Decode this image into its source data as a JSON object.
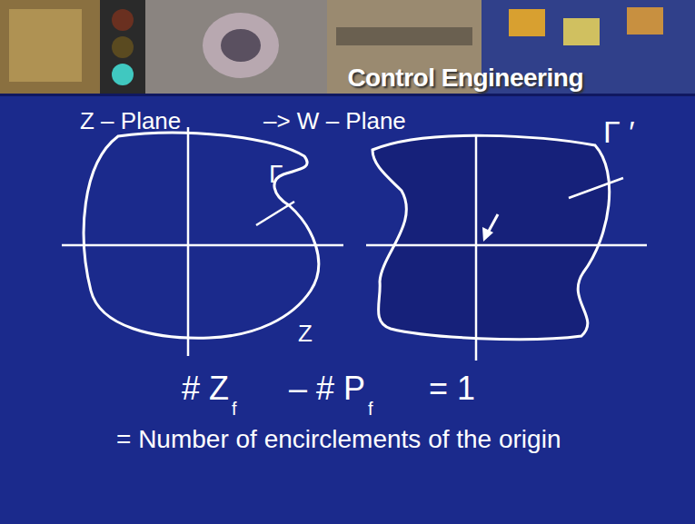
{
  "diagram": {
    "title": "Control Engineering",
    "labels": [
      "Z – Plane",
      "–> W – Plane",
      "Γ",
      "Z",
      "Γ ′",
      "# Z",
      "f",
      "– # P",
      "f",
      "= 1",
      "= Number of encirclements of the origin"
    ]
  }
}
